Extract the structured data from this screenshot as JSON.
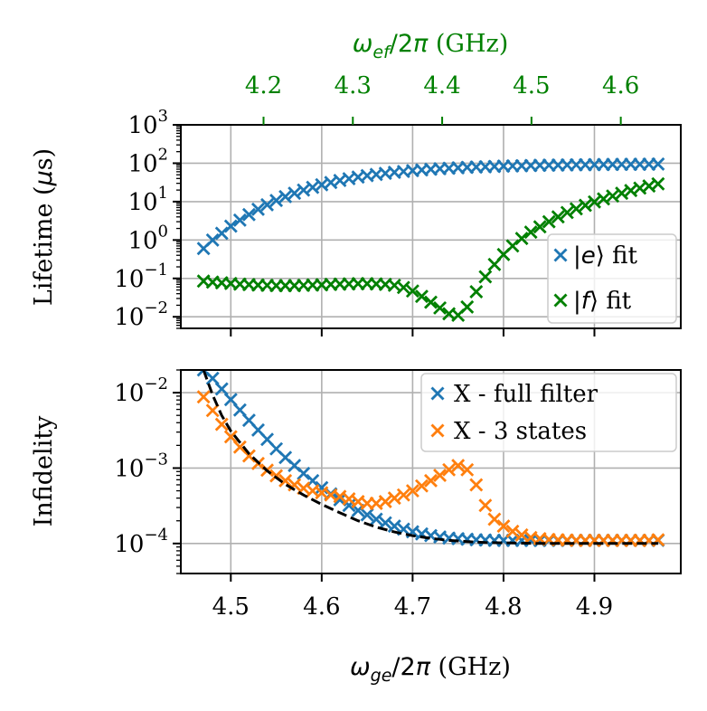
{
  "colors": {
    "blue": "#1f77b4",
    "green": "#008000",
    "orange": "#ff7f0e",
    "black": "#000000",
    "grid": "#b0b0b0"
  },
  "chart_data": [
    {
      "type": "scatter",
      "panel": "top",
      "x_label_top": "ωef/2π (GHz)",
      "top_axis_color": "#008000",
      "top_ticks": [
        4.2,
        4.3,
        4.4,
        4.5,
        4.6
      ],
      "top_tick_labels": [
        "4.2",
        "4.3",
        "4.4",
        "4.5",
        "4.6"
      ],
      "ylabel": "Lifetime (μs)",
      "yscale": "log",
      "ylim": [
        0.005,
        1000
      ],
      "yticks": [
        0.01,
        0.1,
        1,
        10,
        100,
        1000
      ],
      "ytick_labels": [
        {
          "base": "10",
          "exp": "−2"
        },
        {
          "base": "10",
          "exp": "−1"
        },
        {
          "base": "10",
          "exp": "0"
        },
        {
          "base": "10",
          "exp": "1"
        },
        {
          "base": "10",
          "exp": "2"
        },
        {
          "base": "10",
          "exp": "3"
        }
      ],
      "xlim": [
        4.445,
        4.995
      ],
      "grid": true,
      "legend_position": "lower-right",
      "series": [
        {
          "name": "|e⟩ fit",
          "color": "#1f77b4",
          "marker": "x",
          "x": [
            4.47,
            4.48,
            4.49,
            4.5,
            4.51,
            4.52,
            4.53,
            4.54,
            4.55,
            4.56,
            4.57,
            4.58,
            4.59,
            4.6,
            4.61,
            4.62,
            4.63,
            4.64,
            4.65,
            4.66,
            4.67,
            4.68,
            4.69,
            4.7,
            4.71,
            4.72,
            4.73,
            4.74,
            4.75,
            4.76,
            4.77,
            4.78,
            4.79,
            4.8,
            4.81,
            4.82,
            4.83,
            4.84,
            4.85,
            4.86,
            4.87,
            4.88,
            4.89,
            4.9,
            4.91,
            4.92,
            4.93,
            4.94,
            4.95,
            4.96,
            4.97
          ],
          "y": [
            0.6,
            1.0,
            1.5,
            2.3,
            3.3,
            4.6,
            6.3,
            8.3,
            10.7,
            13.5,
            16.5,
            20,
            23.5,
            27.5,
            31.5,
            35.5,
            39.5,
            43.5,
            47.5,
            51,
            54.5,
            58,
            61,
            64,
            67,
            69.5,
            72,
            74,
            76,
            78,
            79.5,
            81,
            82.5,
            84,
            85,
            86,
            87,
            88,
            89,
            89.5,
            90,
            91,
            91.5,
            92,
            92.5,
            93,
            93.5,
            94,
            94,
            94.5,
            95
          ]
        },
        {
          "name": "|f⟩ fit",
          "color": "#008000",
          "marker": "x",
          "x": [
            4.47,
            4.48,
            4.49,
            4.5,
            4.51,
            4.52,
            4.53,
            4.54,
            4.55,
            4.56,
            4.57,
            4.58,
            4.59,
            4.6,
            4.61,
            4.62,
            4.63,
            4.64,
            4.65,
            4.66,
            4.67,
            4.68,
            4.69,
            4.7,
            4.71,
            4.72,
            4.73,
            4.74,
            4.75,
            4.76,
            4.77,
            4.78,
            4.79,
            4.8,
            4.81,
            4.82,
            4.83,
            4.84,
            4.85,
            4.86,
            4.87,
            4.88,
            4.89,
            4.9,
            4.91,
            4.92,
            4.93,
            4.94,
            4.95,
            4.96,
            4.97
          ],
          "y": [
            0.085,
            0.08,
            0.077,
            0.074,
            0.071,
            0.069,
            0.067,
            0.066,
            0.065,
            0.065,
            0.065,
            0.066,
            0.067,
            0.068,
            0.07,
            0.071,
            0.072,
            0.073,
            0.073,
            0.072,
            0.07,
            0.066,
            0.058,
            0.047,
            0.034,
            0.024,
            0.017,
            0.012,
            0.011,
            0.018,
            0.045,
            0.11,
            0.23,
            0.42,
            0.7,
            1.1,
            1.6,
            2.2,
            3.0,
            4.0,
            5.2,
            6.5,
            8.0,
            9.8,
            11.8,
            14,
            16.5,
            19.5,
            22.5,
            25.5,
            29
          ]
        }
      ]
    },
    {
      "type": "scatter",
      "panel": "bottom",
      "xlabel": "ωge/2π (GHz)",
      "ylabel": "Infidelity",
      "yscale": "log",
      "ylim": [
        4e-05,
        0.02
      ],
      "yticks": [
        0.0001,
        0.001,
        0.01
      ],
      "ytick_labels": [
        {
          "base": "10",
          "exp": "−4"
        },
        {
          "base": "10",
          "exp": "−3"
        },
        {
          "base": "10",
          "exp": "−2"
        }
      ],
      "xlim": [
        4.445,
        4.995
      ],
      "xticks": [
        4.5,
        4.6,
        4.7,
        4.8,
        4.9
      ],
      "xtick_labels": [
        "4.5",
        "4.6",
        "4.7",
        "4.8",
        "4.9"
      ],
      "grid": true,
      "legend_position": "top-right",
      "series": [
        {
          "name": "X - full filter",
          "color": "#1f77b4",
          "marker": "x",
          "x": [
            4.47,
            4.48,
            4.49,
            4.5,
            4.51,
            4.52,
            4.53,
            4.54,
            4.55,
            4.56,
            4.57,
            4.58,
            4.59,
            4.6,
            4.61,
            4.62,
            4.63,
            4.64,
            4.65,
            4.66,
            4.67,
            4.68,
            4.69,
            4.7,
            4.71,
            4.72,
            4.73,
            4.74,
            4.75,
            4.76,
            4.77,
            4.78,
            4.79,
            4.8,
            4.81,
            4.82,
            4.83,
            4.84,
            4.85,
            4.86,
            4.87,
            4.88,
            4.89,
            4.9,
            4.91,
            4.92,
            4.93,
            4.94,
            4.95,
            4.96,
            4.97
          ],
          "y": [
            0.02,
            0.0155,
            0.0112,
            0.0081,
            0.0059,
            0.0043,
            0.0032,
            0.0024,
            0.0018,
            0.00138,
            0.00108,
            0.00085,
            0.00068,
            0.00055,
            0.000455,
            0.00038,
            0.00032,
            0.000275,
            0.00024,
            0.00021,
            0.000188,
            0.00017,
            0.000155,
            0.000143,
            0.000134,
            0.000127,
            0.000122,
            0.000118,
            0.000116,
            0.000114,
            0.000112,
            0.000111,
            0.00011,
            0.00011,
            0.00011,
            0.00011,
            0.00011,
            0.00011,
            0.00011,
            0.00011,
            0.00011,
            0.00011,
            0.00011,
            0.00011,
            0.00011,
            0.00011,
            0.00011,
            0.00011,
            0.00011,
            0.00011,
            0.00011
          ]
        },
        {
          "name": "X - 3 states",
          "color": "#ff7f0e",
          "marker": "x",
          "x": [
            4.47,
            4.48,
            4.49,
            4.5,
            4.51,
            4.52,
            4.53,
            4.54,
            4.55,
            4.56,
            4.57,
            4.58,
            4.59,
            4.6,
            4.61,
            4.62,
            4.63,
            4.64,
            4.65,
            4.66,
            4.67,
            4.68,
            4.69,
            4.7,
            4.71,
            4.72,
            4.73,
            4.74,
            4.75,
            4.76,
            4.77,
            4.78,
            4.79,
            4.8,
            4.81,
            4.82,
            4.83,
            4.84,
            4.85,
            4.86,
            4.87,
            4.88,
            4.89,
            4.9,
            4.91,
            4.92,
            4.93,
            4.94,
            4.95,
            4.96,
            4.97
          ],
          "y": [
            0.0088,
            0.0058,
            0.0038,
            0.0026,
            0.0019,
            0.00145,
            0.00115,
            0.00094,
            0.00079,
            0.00068,
            0.0006,
            0.00054,
            0.0005,
            0.00047,
            0.00044,
            0.00042,
            0.00039,
            0.00036,
            0.00034,
            0.00034,
            0.00036,
            0.0004,
            0.00044,
            0.0005,
            0.00058,
            0.00068,
            0.0008,
            0.00095,
            0.00108,
            0.00095,
            0.0006,
            0.00032,
            0.00021,
            0.00017,
            0.000145,
            0.00013,
            0.00012,
            0.000116,
            0.000113,
            0.000112,
            0.000111,
            0.00011,
            0.00011,
            0.00011,
            0.00011,
            0.00011,
            0.00011,
            0.00011,
            0.00011,
            0.00011,
            0.000112
          ]
        },
        {
          "type": "line",
          "color": "#000000",
          "linestyle": "dashed",
          "x": [
            4.47,
            4.48,
            4.49,
            4.5,
            4.52,
            4.54,
            4.56,
            4.58,
            4.6,
            4.62,
            4.64,
            4.66,
            4.68,
            4.7,
            4.72,
            4.74,
            4.76,
            4.78,
            4.8,
            4.82,
            4.84,
            4.86,
            4.88,
            4.9,
            4.92,
            4.94,
            4.96,
            4.97
          ],
          "y": [
            0.02,
            0.0093,
            0.005,
            0.0031,
            0.00155,
            0.00092,
            0.00061,
            0.00044,
            0.00033,
            0.000255,
            0.0002,
            0.000165,
            0.000142,
            0.000127,
            0.000117,
            0.00011,
            0.000106,
            0.000103,
            0.000102,
            0.000101,
            0.0001,
            0.0001,
            0.0001,
            0.0001,
            0.0001,
            0.0001,
            0.0001,
            0.0001
          ]
        }
      ]
    }
  ]
}
